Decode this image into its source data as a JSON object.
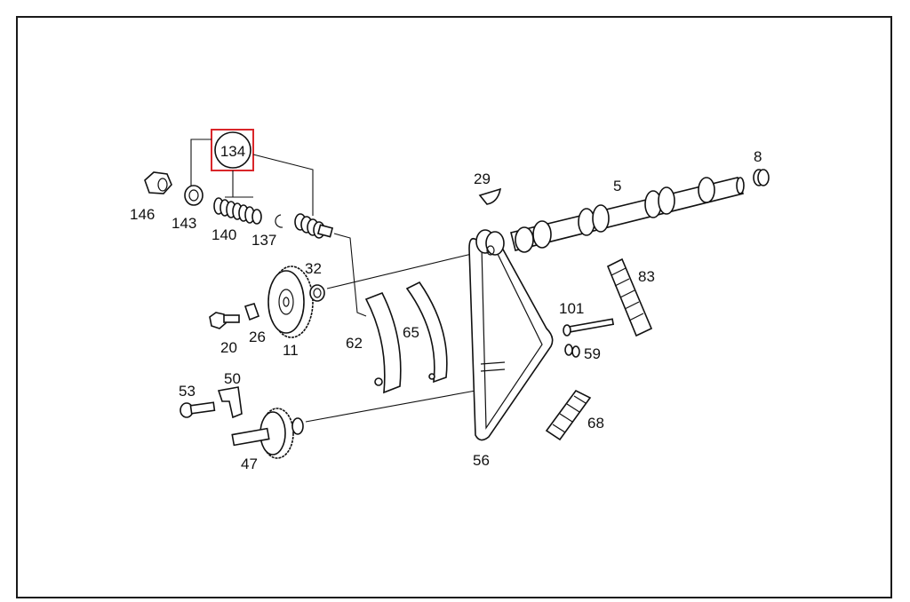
{
  "highlight_color": "#d9262a",
  "line_color": "#111111",
  "callouts": {
    "highlighted": "134",
    "n146": "146",
    "n143": "143",
    "n140": "140",
    "n137": "137",
    "n32": "32",
    "n20": "20",
    "n26": "26",
    "n11": "11",
    "n62": "62",
    "n65": "65",
    "n29": "29",
    "n5": "5",
    "n8": "8",
    "n83": "83",
    "n101": "101",
    "n59": "59",
    "n53": "53",
    "n50": "50",
    "n47": "47",
    "n56": "56",
    "n68": "68"
  }
}
